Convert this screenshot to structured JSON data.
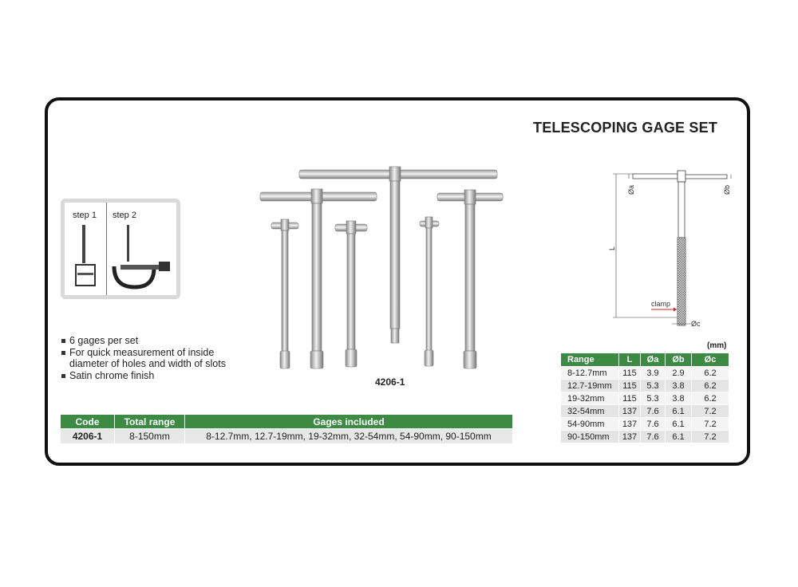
{
  "title": "TELESCOPING GAGE SET",
  "steps": [
    "step 1",
    "step 2"
  ],
  "features": [
    "6 gages per set",
    "For quick measurement of inside",
    "diameter of holes and width of slots",
    "Satin chrome finish"
  ],
  "model_label": "4206-1",
  "main_table": {
    "headers": [
      "Code",
      "Total range",
      "Gages included"
    ],
    "row": [
      "4206-1",
      "8-150mm",
      "8-12.7mm, 12.7-19mm, 19-32mm, 32-54mm, 54-90mm, 90-150mm"
    ]
  },
  "diagram_labels": {
    "a": "Øa",
    "b": "Øb",
    "L": "L",
    "clamp": "clamp",
    "c": "Øc"
  },
  "unit": "(mm)",
  "spec_table": {
    "headers": [
      "Range",
      "L",
      "Øa",
      "Øb",
      "Øc"
    ],
    "rows": [
      [
        "8-12.7mm",
        "115",
        "3.9",
        "2.9",
        "6.2"
      ],
      [
        "12.7-19mm",
        "115",
        "5.3",
        "3.8",
        "6.2"
      ],
      [
        "19-32mm",
        "115",
        "5.3",
        "3.8",
        "6.2"
      ],
      [
        "32-54mm",
        "137",
        "7.6",
        "6.1",
        "7.2"
      ],
      [
        "54-90mm",
        "137",
        "7.6",
        "6.1",
        "7.2"
      ],
      [
        "90-150mm",
        "137",
        "7.6",
        "6.1",
        "7.2"
      ]
    ]
  },
  "colors": {
    "header_green": "#3d8a45",
    "frame": "#111111",
    "cell_grey": "#e8e8e8"
  }
}
